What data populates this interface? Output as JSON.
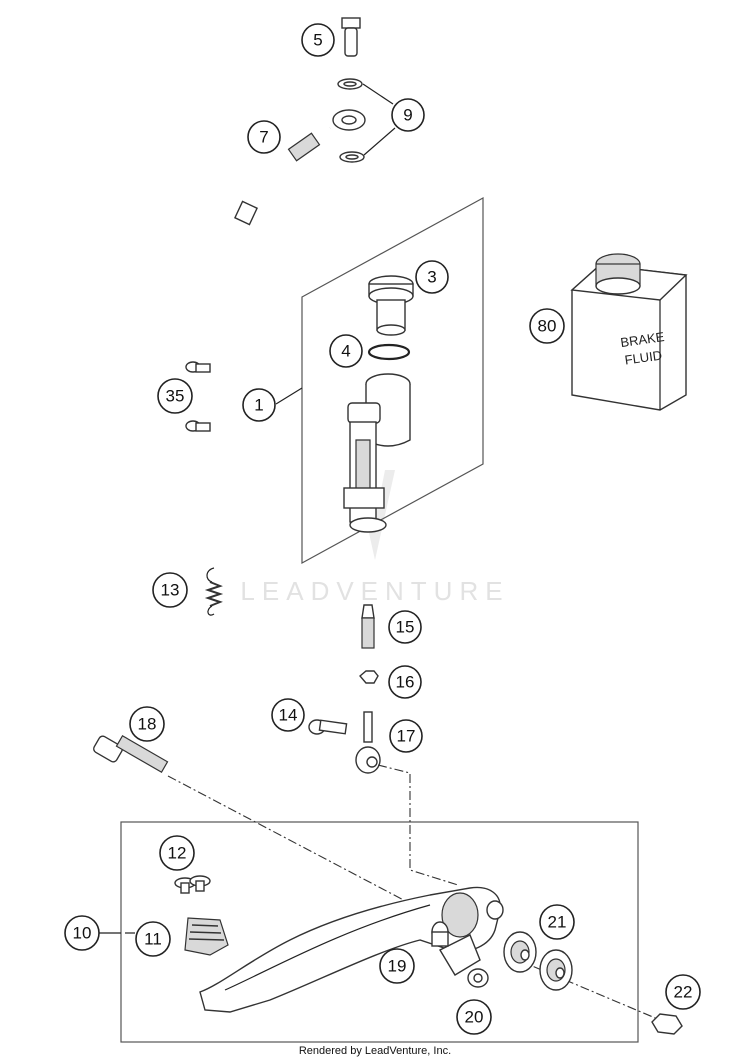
{
  "diagram": {
    "callouts": [
      "5",
      "9",
      "7",
      "3",
      "80",
      "4",
      "35",
      "1",
      "13",
      "15",
      "16",
      "14",
      "17",
      "18",
      "12",
      "10",
      "11",
      "21",
      "19",
      "20",
      "22"
    ],
    "can_label_line1": "BRAKE",
    "can_label_line2": "FLUID",
    "watermark": "LEADVENTURE"
  },
  "footer": {
    "credit": "Rendered by LeadVenture, Inc."
  }
}
